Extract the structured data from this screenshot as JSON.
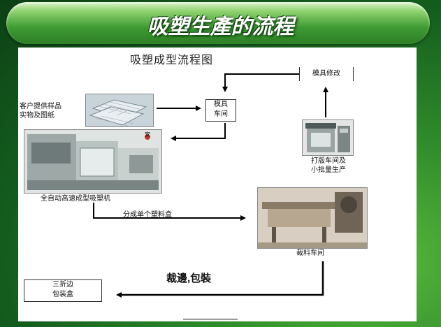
{
  "slide": {
    "title": "吸塑生產的流程"
  },
  "diagram": {
    "title": "吸塑成型流程图",
    "nodes": {
      "customer_samples": "客户提供样品\n实物及图纸",
      "mold_workshop": "模具\n车间",
      "mold_repair": "模具修改",
      "auto_machine": "全自动高速成型吸塑机",
      "proof_workshop": "打版车间及\n小批量生产",
      "cutting_workshop": "裁料车间",
      "fold_package": "三折边\n包装盒"
    },
    "edges": {
      "split_label": "分成单个塑料盒",
      "trim_label": "裁邊,包裝"
    },
    "photo_labels": {
      "machine_sign": "安"
    }
  }
}
